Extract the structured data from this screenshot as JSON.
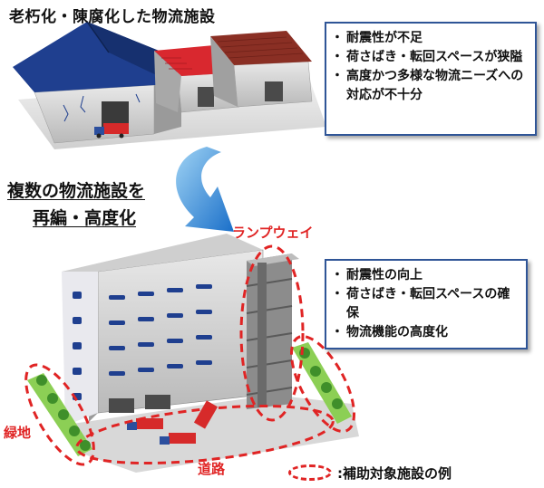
{
  "title": "老朽化・陳腐化した物流施設",
  "reorg": {
    "line1": "複数の物流施設を",
    "line2": "再編・高度化"
  },
  "before_issues": [
    "耐震性が不足",
    "荷さばき・転回スペースが狭隘",
    "高度かつ多様な物流ニーズへの対応が不十分"
  ],
  "after_benefits": [
    "耐震性の向上",
    "荷さばき・転回スペースの確保",
    "物流機能の高度化"
  ],
  "labels": {
    "ramp": "ランプウェイ",
    "green": "緑地",
    "road": "道路"
  },
  "legend": ":補助対象施設の例",
  "colors": {
    "accent_red": "#e02424",
    "frame_blue": "#2f5597",
    "roof_blue": "#1f3f8f",
    "roof_red": "#d9282f",
    "roof_brown": "#8a2f24"
  }
}
